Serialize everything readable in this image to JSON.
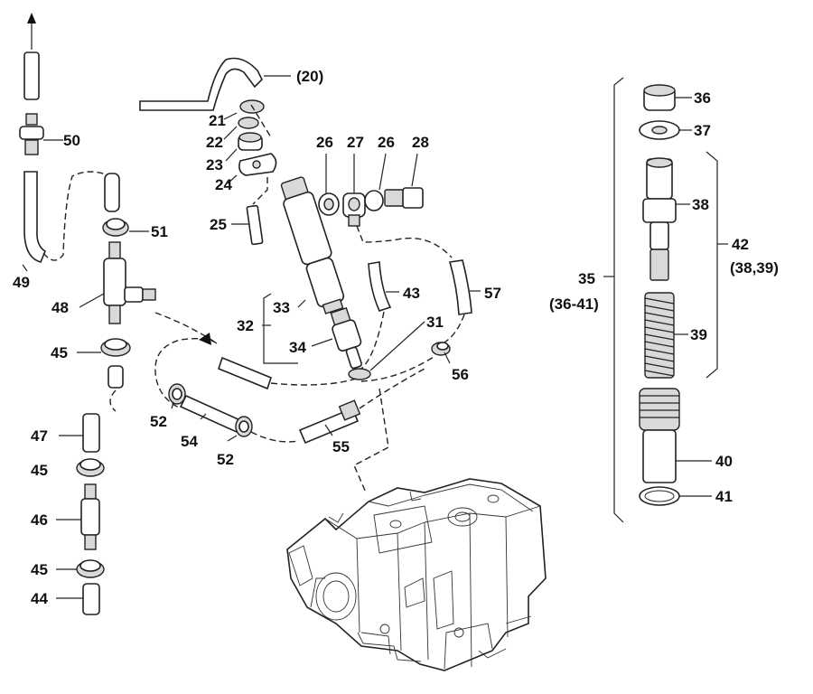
{
  "labels": {
    "l20": "(20)",
    "l21": "21",
    "l22": "22",
    "l23": "23",
    "l24": "24",
    "l25": "25",
    "l26a": "26",
    "l27": "27",
    "l26b": "26",
    "l28": "28",
    "l31": "31",
    "l32": "32",
    "l33": "33",
    "l34": "34",
    "l43": "43",
    "l44": "44",
    "l45a": "45",
    "l45b": "45",
    "l45c": "45",
    "l46": "46",
    "l47": "47",
    "l48": "48",
    "l49": "49",
    "l50": "50",
    "l51": "51",
    "l52a": "52",
    "l52b": "52",
    "l54": "54",
    "l55": "55",
    "l56": "56",
    "l57": "57",
    "l35": "35",
    "l35sub": "(36-41)",
    "l36": "36",
    "l37": "37",
    "l38": "38",
    "l39": "39",
    "l40": "40",
    "l41": "41",
    "l42": "42",
    "l42sub": "(38,39)"
  }
}
